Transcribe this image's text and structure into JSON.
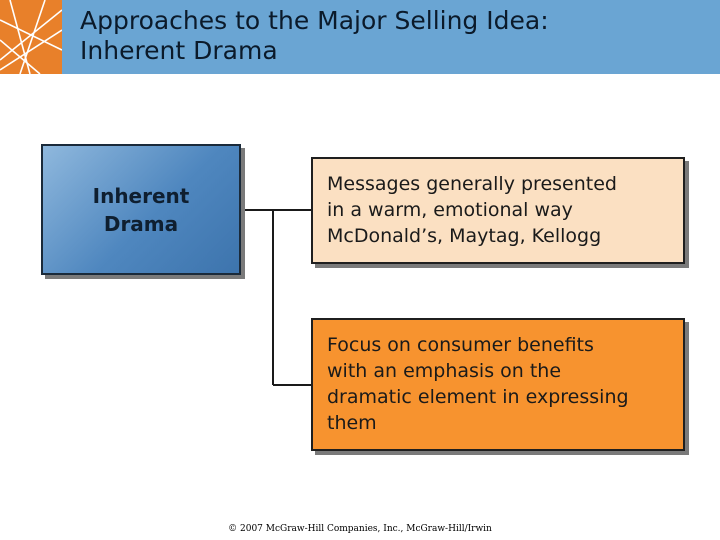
{
  "slide": {
    "title_lines": [
      "Approaches to the Major Selling Idea:",
      "Inherent Drama"
    ],
    "footer": "© 2007 McGraw-Hill Companies, Inc., McGraw-Hill/Irwin"
  },
  "diagram": {
    "main": {
      "label": "Inherent\nDrama"
    },
    "branches": [
      {
        "lines": [
          "Messages generally presented",
          "in a warm, emotional way",
          "McDonald’s, Maytag, Kellogg"
        ]
      },
      {
        "lines": [
          "Focus on consumer benefits",
          "with an emphasis on the",
          "dramatic element in expressing",
          "them"
        ]
      }
    ]
  },
  "colors": {
    "header": "#6aa5d3",
    "main_box": "#4f87bf",
    "branch_1": "#fbe0c2",
    "branch_2": "#f7932f"
  }
}
